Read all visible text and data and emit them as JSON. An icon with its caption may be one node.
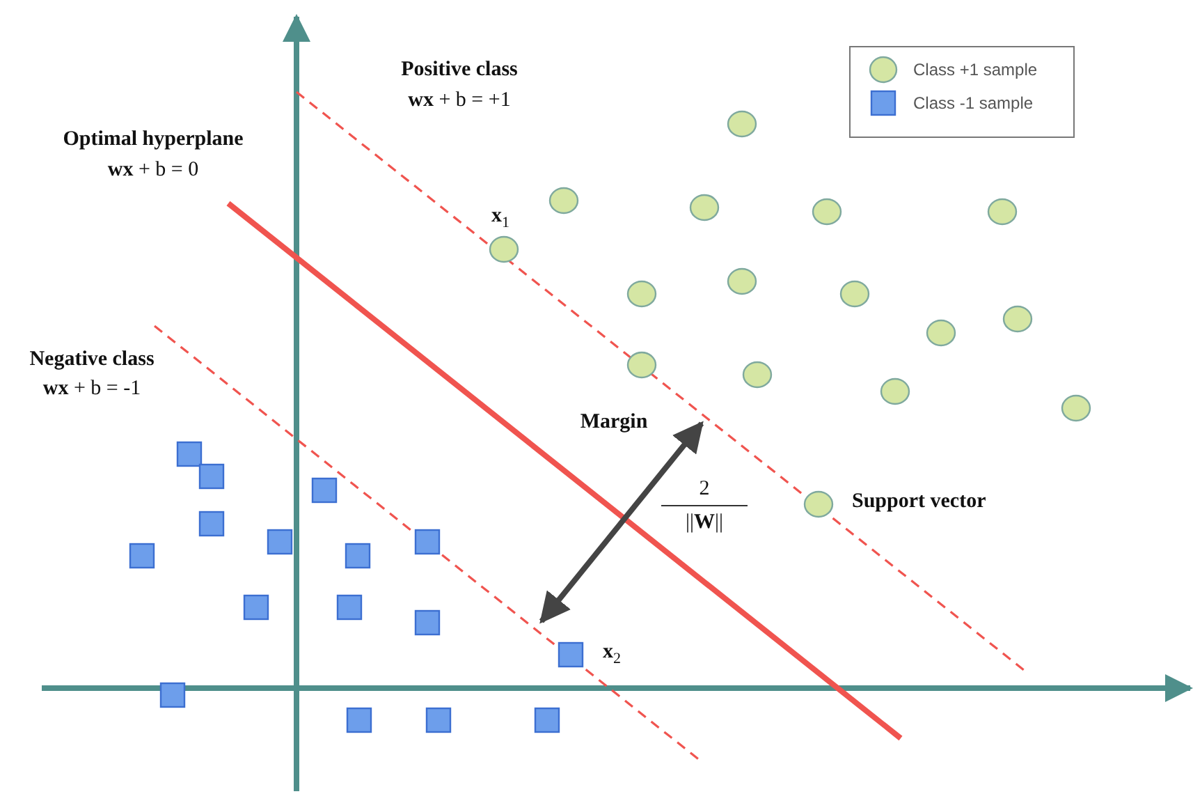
{
  "diagram": {
    "labels": [
      "Positive class",
      "**wx** + b = +1",
      "Optimal hyperplane",
      "**wx** + b = 0",
      "Negative class",
      "**wx** + b = -1",
      "**x**$_{1}$",
      "Margin",
      "2",
      "||**W**||",
      "Support vector",
      "**x**$_{2}$"
    ],
    "legend": [
      {
        "text": "Class +1 sample"
      },
      {
        "text": "Class -1 sample"
      }
    ]
  }
}
